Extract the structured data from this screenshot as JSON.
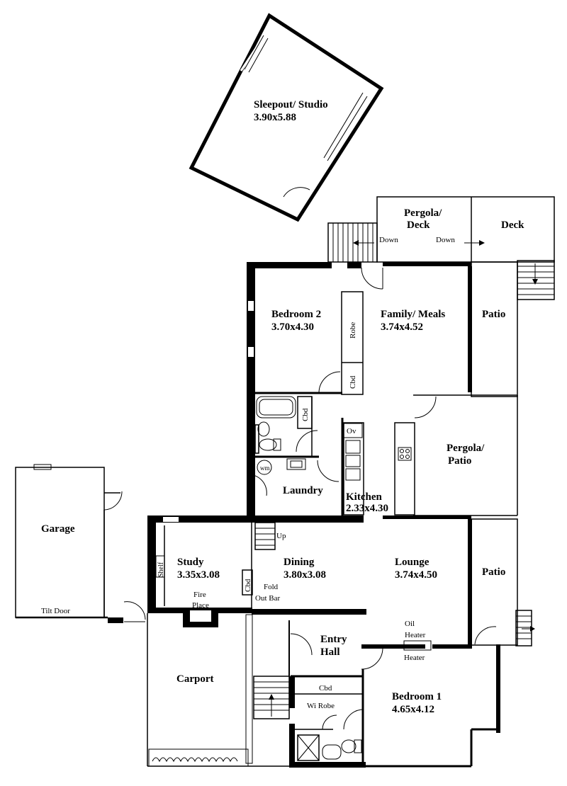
{
  "rooms": {
    "sleepout": {
      "name": "Sleepout/ Studio",
      "dims": "3.90x5.88"
    },
    "pergola_deck": {
      "name1": "Pergola/",
      "name2": "Deck"
    },
    "deck": {
      "name": "Deck"
    },
    "bedroom2": {
      "name": "Bedroom 2",
      "dims": "3.70x4.30"
    },
    "family": {
      "name": "Family/ Meals",
      "dims": "3.74x4.52"
    },
    "patio_top": {
      "name": "Patio"
    },
    "pergola_patio": {
      "name1": "Pergola/",
      "name2": "Patio"
    },
    "laundry": {
      "name": "Laundry"
    },
    "kitchen": {
      "name": "Kitchen",
      "dims": "2.33x4.30"
    },
    "garage": {
      "name": "Garage"
    },
    "study": {
      "name": "Study",
      "dims": "3.35x3.08"
    },
    "dining": {
      "name": "Dining",
      "dims": "3.80x3.08"
    },
    "lounge": {
      "name": "Lounge",
      "dims": "3.74x4.50"
    },
    "patio_mid": {
      "name": "Patio"
    },
    "entry": {
      "name1": "Entry",
      "name2": "Hall"
    },
    "carport": {
      "name": "Carport"
    },
    "bedroom1": {
      "name": "Bedroom 1",
      "dims": "4.65x4.12"
    }
  },
  "labels": {
    "down_left": "Down",
    "down_right": "Down",
    "robe": "Robe",
    "cbd_bed2": "Cbd",
    "cbd_bath": "Cbd",
    "ov": "Ov",
    "wm": "wm",
    "up": "Up",
    "shelf": "Shelf",
    "cbd_study": "Cbd",
    "fold1": "Fold",
    "fold2": "Out Bar",
    "fire1": "Fire",
    "fire2": "Place",
    "tilt_door": "Tilt Door",
    "oil1": "Oil",
    "oil2": "Heater",
    "heater": "Heater",
    "cbd_bed1": "Cbd",
    "wi_robe": "Wi Robe"
  }
}
